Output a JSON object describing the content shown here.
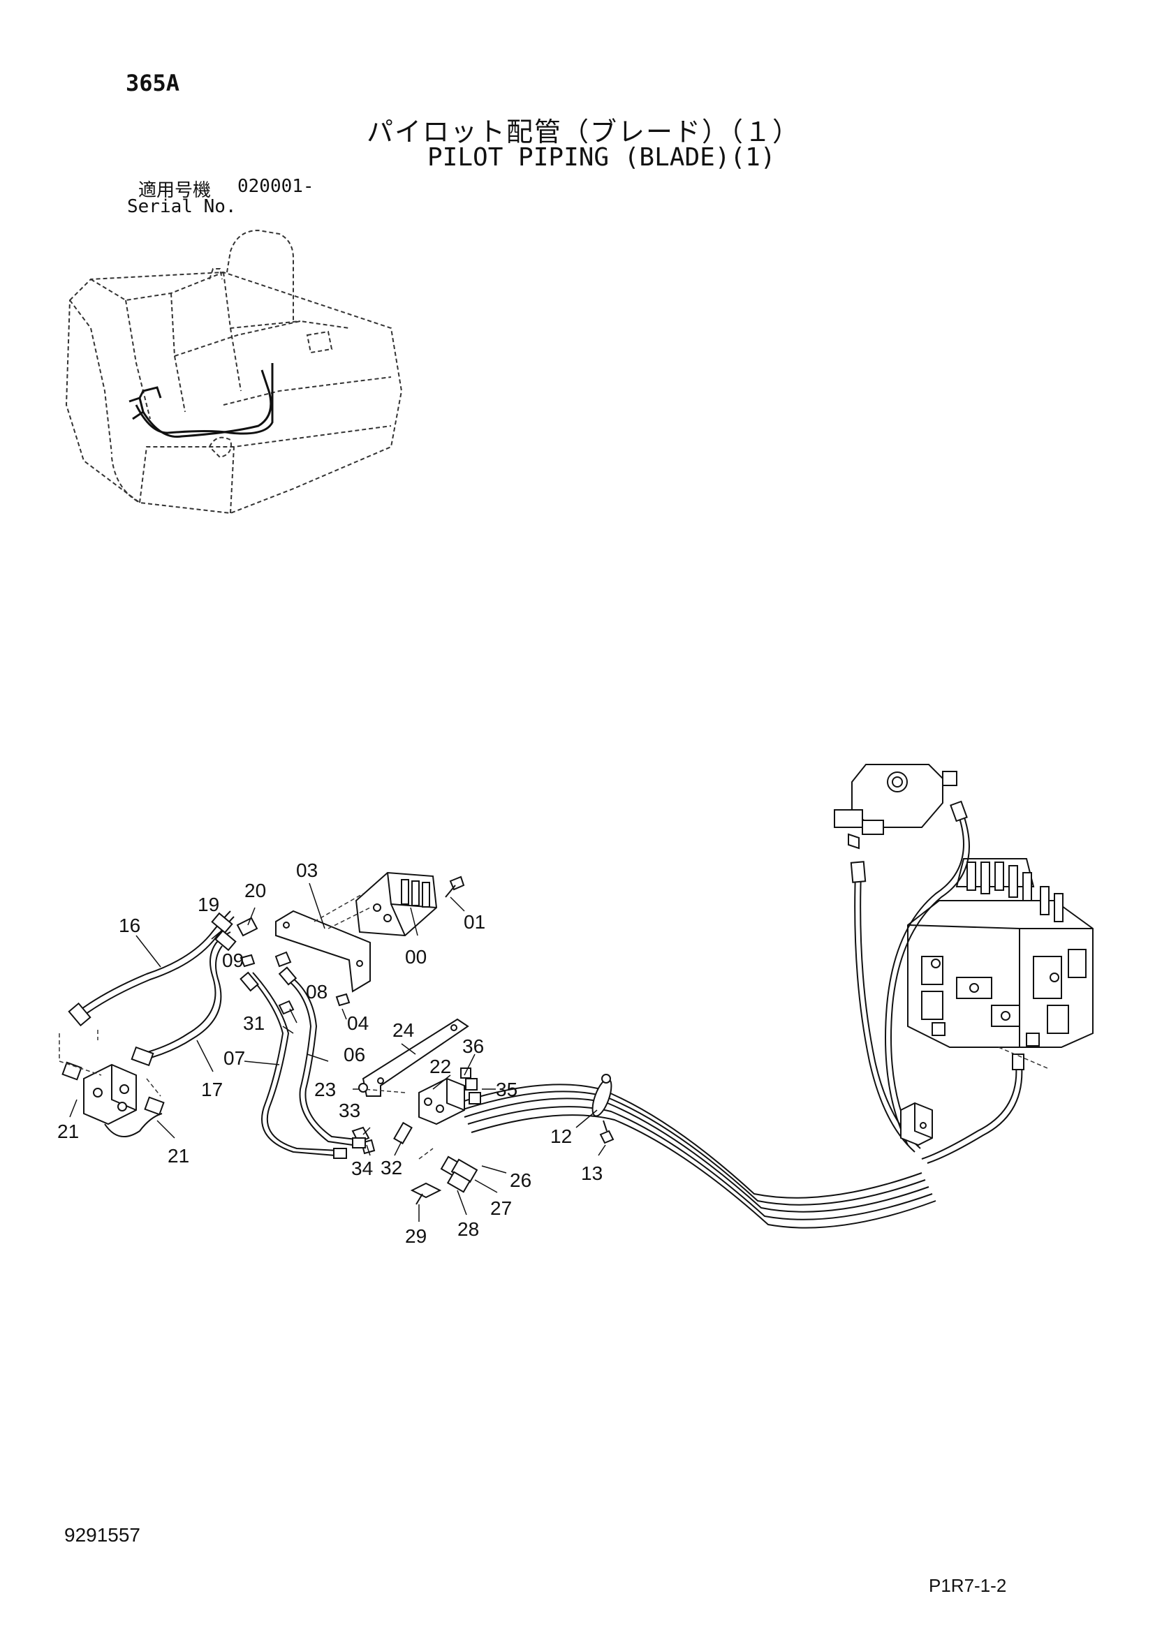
{
  "header": {
    "page_code": "365A",
    "title_jp": "パイロット配管（ブレード）（１）",
    "title_en": "PILOT PIPING (BLADE)(1)",
    "serial_label_jp": "適用号機",
    "serial_value": "020001-",
    "serial_label_en": "Serial No."
  },
  "callouts": {
    "c00": "00",
    "c01": "01",
    "c03": "03",
    "c04": "04",
    "c06": "06",
    "c07": "07",
    "c08": "08",
    "c09": "09",
    "c12": "12",
    "c13": "13",
    "c16": "16",
    "c17": "17",
    "c19": "19",
    "c20": "20",
    "c21a": "21",
    "c21b": "21",
    "c22": "22",
    "c23": "23",
    "c24": "24",
    "c26": "26",
    "c27": "27",
    "c28": "28",
    "c29": "29",
    "c31": "31",
    "c32": "32",
    "c33": "33",
    "c34": "34",
    "c35": "35",
    "c36": "36"
  },
  "footer": {
    "doc_number": "9291557",
    "page_ref": "P1R7-1-2"
  }
}
